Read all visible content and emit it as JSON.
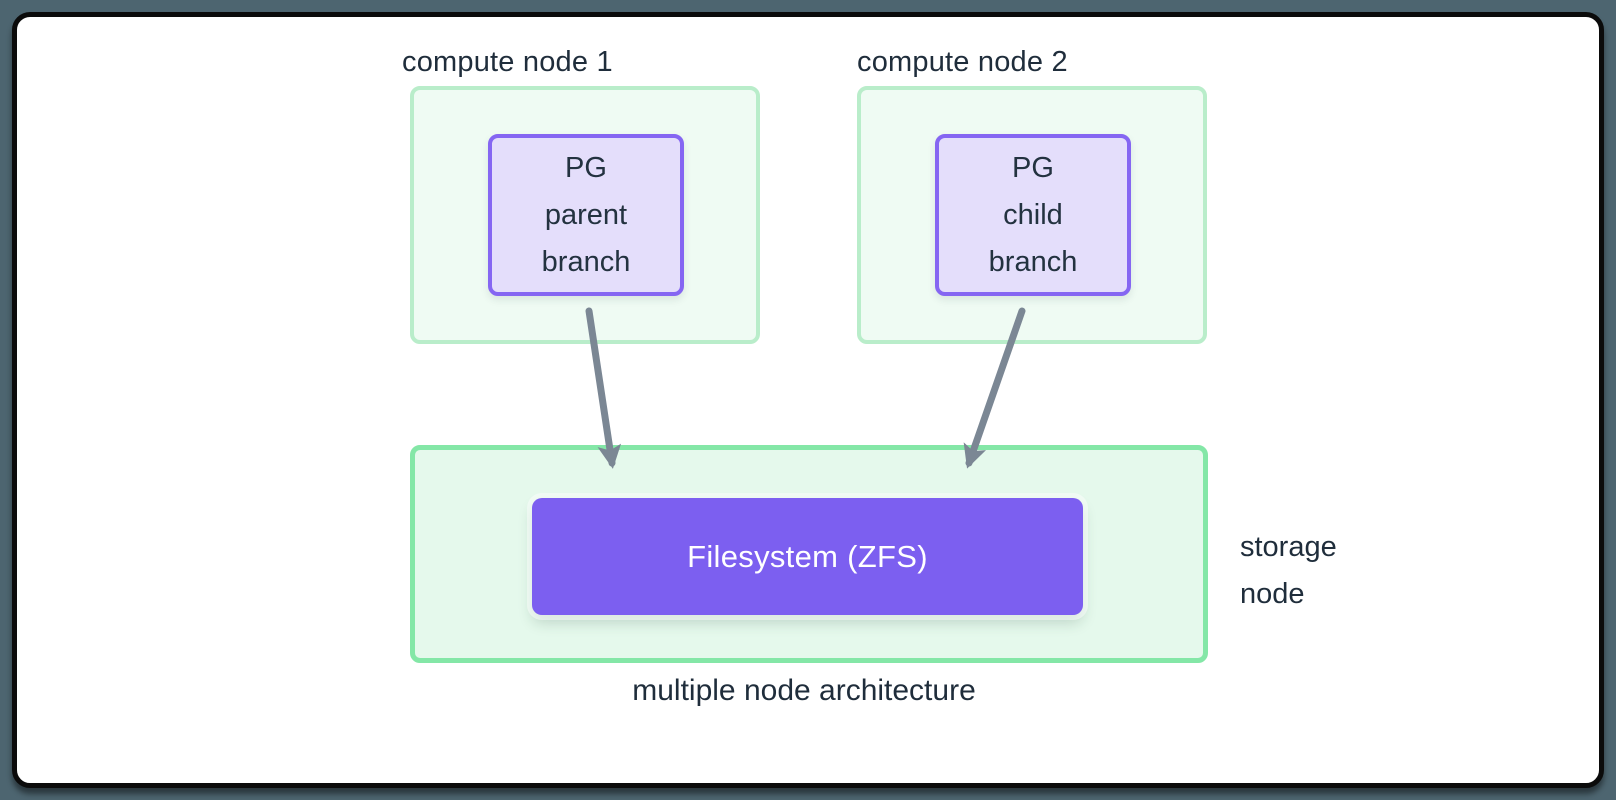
{
  "caption": "multiple node architecture",
  "nodes": {
    "compute1": {
      "label": "compute node 1",
      "pg": [
        "PG",
        "parent",
        "branch"
      ]
    },
    "compute2": {
      "label": "compute node 2",
      "pg": [
        "PG",
        "child",
        "branch"
      ]
    },
    "storage": {
      "label_line1": "storage",
      "label_line2": "node",
      "filesystem": "Filesystem (ZFS)"
    }
  },
  "colors": {
    "page_background": "#4d6570",
    "card_background": "#ffffff",
    "card_border": "#0b0b0b",
    "compute_fill": "#effbf3",
    "compute_border": "#b9edca",
    "storage_fill": "#e5f9ec",
    "storage_border": "#84e7a7",
    "pg_fill": "#e4defb",
    "pg_border": "#8566f2",
    "filesystem_fill": "#7c5ff0",
    "filesystem_text": "#ffffff",
    "arrow": "#7b8794",
    "text": "#1f2d3b"
  }
}
